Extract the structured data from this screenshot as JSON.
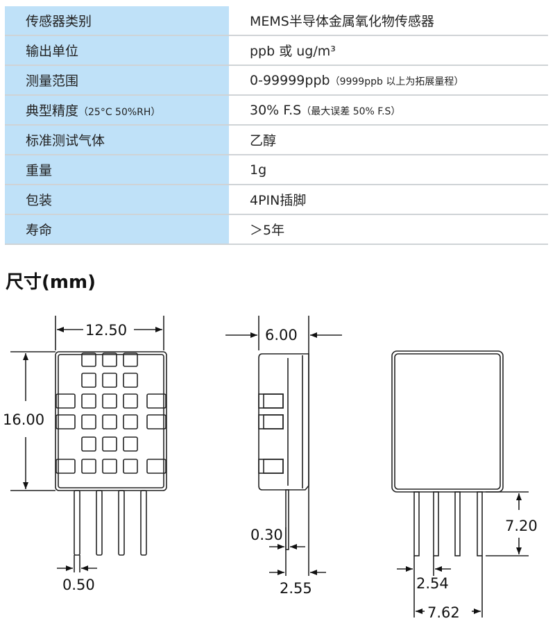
{
  "spec_table": [
    {
      "label": "传感器类别",
      "label_note": "",
      "value": "MEMS半导体金属氧化物传感器",
      "value_note": ""
    },
    {
      "label": "输出单位",
      "label_note": "",
      "value": "ppb 或 ug/m³",
      "value_note": ""
    },
    {
      "label": "测量范围",
      "label_note": "",
      "value": "0-99999ppb",
      "value_note": "（9999ppb 以上为拓展量程）"
    },
    {
      "label": "典型精度",
      "label_note": "（25°C 50%RH）",
      "value": "30% F.S",
      "value_note": "（最大误差 50% F.S）"
    },
    {
      "label": "标准测试气体",
      "label_note": "",
      "value": "乙醇",
      "value_note": ""
    },
    {
      "label": "重量",
      "label_note": "",
      "value": "1g",
      "value_note": ""
    },
    {
      "label": "包装",
      "label_note": "",
      "value": "4PIN插脚",
      "value_note": ""
    },
    {
      "label": "寿命",
      "label_note": "",
      "value": "＞5年",
      "value_note": ""
    }
  ],
  "dimensions": {
    "title": "尺寸(mm)",
    "front_width": "12.50",
    "front_height": "16.00",
    "pin_width": "0.50",
    "side_depth": "6.00",
    "pin_thickness": "0.30",
    "pin_offset": "2.55",
    "pin_length": "7.20",
    "pin_pitch": "2.54",
    "pin_span": "7.62"
  }
}
